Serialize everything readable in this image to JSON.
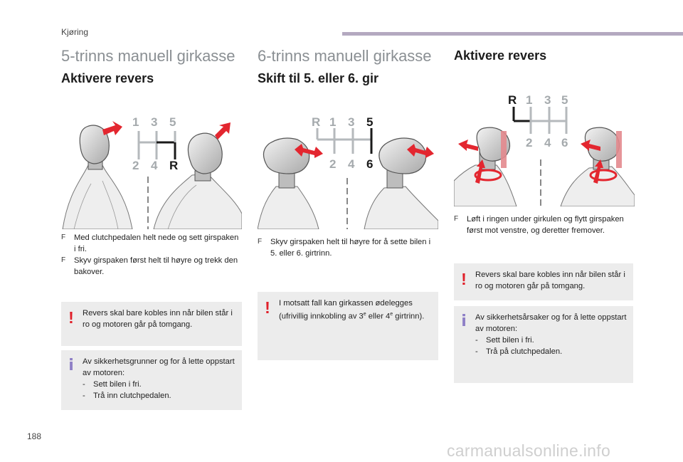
{
  "header": {
    "section": "Kjøring"
  },
  "page_number": "188",
  "watermark": "carmanualsonline.info",
  "col1": {
    "title": "5-trinns manuell girkasse",
    "subtitle": "Aktivere revers",
    "gear_labels": {
      "top": [
        "1",
        "3",
        "5"
      ],
      "bottom": [
        "2",
        "4",
        "R"
      ]
    },
    "bullets": [
      "Med clutchpedalen helt nede og sett girspaken i fri.",
      "Skyv girspaken først helt til høyre og trekk den bakover."
    ],
    "warning": "Revers skal bare kobles inn når bilen står i ro og motoren går på tomgang.",
    "info": {
      "intro": "Av sikkerhetsgrunner og for å lette oppstart av motoren:",
      "steps": [
        "Sett bilen i fri.",
        "Trå inn clutchpedalen."
      ]
    }
  },
  "col2": {
    "title": "6-trinns manuell girkasse",
    "subtitle": "Skift til 5. eller 6. gir",
    "gear_labels": {
      "top": [
        "R",
        "1",
        "3",
        "5"
      ],
      "bottom": [
        "2",
        "4",
        "6"
      ]
    },
    "bullets": [
      "Skyv girspaken helt til høyre for å sette bilen i 5. eller 6. girtrinn."
    ],
    "warning_pre": "I motsatt fall kan girkassen ødelegges (ufrivillig innkobling av 3",
    "warning_sup1": "e",
    "warning_mid": " eller 4",
    "warning_sup2": "e",
    "warning_post": " girtrinn)."
  },
  "col3": {
    "subtitle": "Aktivere revers",
    "gear_labels": {
      "top": [
        "R",
        "1",
        "3",
        "5"
      ],
      "bottom": [
        "2",
        "4",
        "6"
      ]
    },
    "bullets": [
      "Løft i ringen under girkulen og flytt girspaken først mot venstre, og deretter fremover."
    ],
    "warning": "Revers skal bare kobles inn når bilen står i ro og motoren går på tomgang.",
    "info": {
      "intro": "Av sikkerhetsårsaker og for å lette oppstart av motoren:",
      "steps": [
        "Sett bilen i fri.",
        "Trå på clutchpedalen."
      ]
    }
  },
  "icons": {
    "warning": "!",
    "info": "i",
    "bullet": "F",
    "dash": "-"
  },
  "colors": {
    "arrow": "#e3262f",
    "heading_gray": "#8a8f93",
    "header_bar": "#b4a9c0",
    "box_bg": "#ececec"
  }
}
